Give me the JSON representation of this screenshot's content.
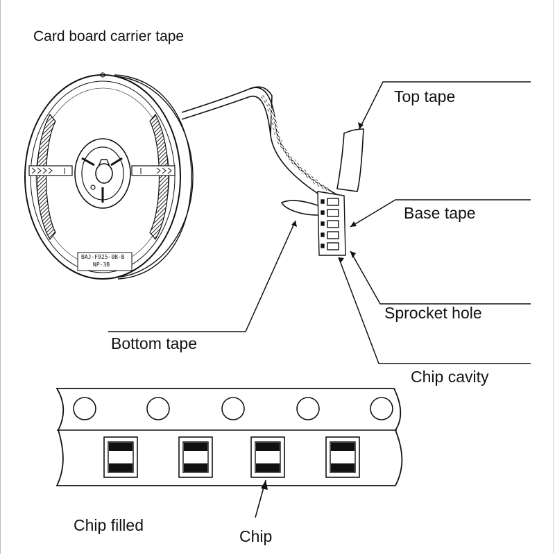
{
  "labels": {
    "title": "Card board carrier tape",
    "top_tape": "Top tape",
    "base_tape": "Base tape",
    "sprocket_hole": "Sprocket hole",
    "bottom_tape": "Bottom tape",
    "chip_cavity": "Chip cavity",
    "chip_filled": "Chip filled",
    "chip": "Chip"
  },
  "reel_label": {
    "line1": "BAJ-F925-0B-B",
    "line2": "NP-3B"
  },
  "colors": {
    "ink": "#111111",
    "frame": "#bbbbbb",
    "tape_fill": "#ffffff",
    "hatch": "#333333"
  }
}
